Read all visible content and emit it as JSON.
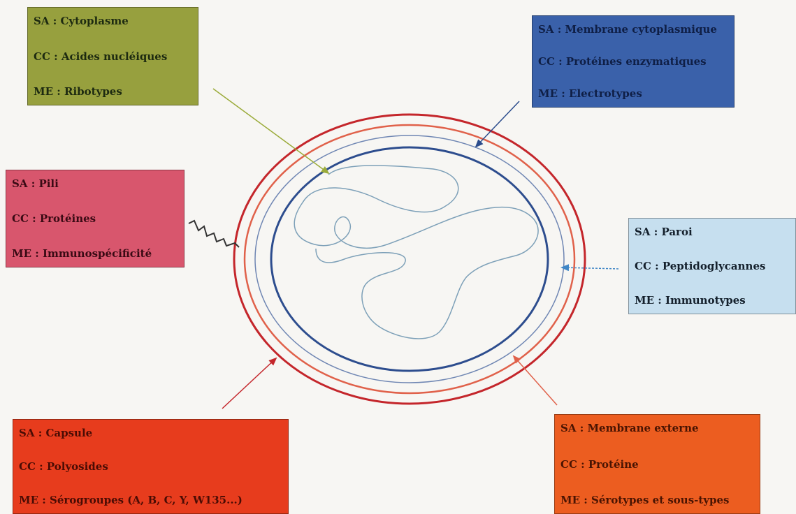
{
  "boxes": {
    "cytoplasme": {
      "sa": "SA : Cytoplasme",
      "cc": "CC : Acides nucléiques",
      "me": "ME : Ribotypes"
    },
    "membrane_cyto": {
      "sa": "SA : Membrane cytoplasmique",
      "cc": "CC : Protéines enzymatiques",
      "me": "ME : Electrotypes"
    },
    "pili": {
      "sa": "SA : Pili",
      "cc": "CC : Protéines",
      "me": "ME : Immunospécificité"
    },
    "paroi": {
      "sa": "SA : Paroi",
      "cc": "CC : Peptidoglycannes",
      "me": "ME : Immunotypes"
    },
    "capsule": {
      "sa": "SA : Capsule",
      "cc": "CC : Polyosides",
      "me": "ME : Sérogroupes (A, B, C, Y, W135...)"
    },
    "membrane_externe": {
      "sa": "SA : Membrane externe",
      "cc": "CC : Protéine",
      "me": "ME : Sérotypes et sous-types"
    }
  },
  "colors": {
    "capsule_ring": "#c4262b",
    "membrane_externe_ring": "#e0614a",
    "paroi_ring": "#6f86b3",
    "membrane_cyto_ring": "#2d4d8e",
    "dna_strand": "#7da0b8"
  }
}
